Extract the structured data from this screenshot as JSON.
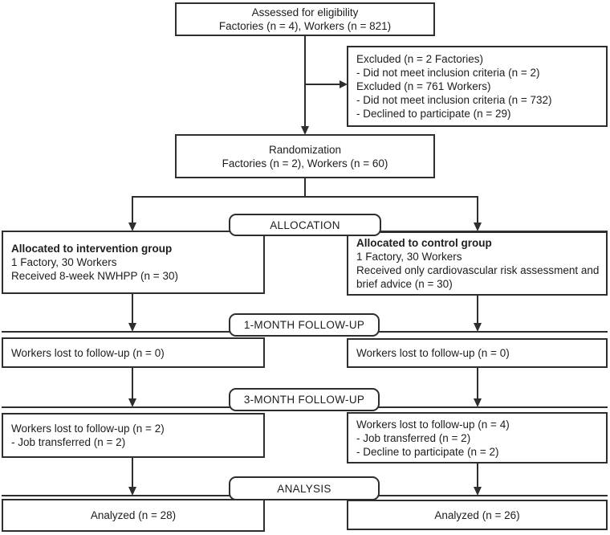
{
  "figure": {
    "type": "consort-flow-diagram",
    "colors": {
      "line": "#2e2e2e",
      "background": "#ffffff",
      "text": "#1d1d1d"
    },
    "boxes": {
      "assessed": {
        "line1": "Assessed for eligibility",
        "line2": "Factories (n = 4), Workers (n = 821)"
      },
      "excluded": {
        "lines": [
          "Excluded (n = 2 Factories)",
          "- Did not meet inclusion criteria (n = 2)",
          "Excluded (n = 761 Workers)",
          "- Did not meet inclusion criteria (n = 732)",
          "- Declined to participate (n = 29)"
        ]
      },
      "randomization": {
        "line1": "Randomization",
        "line2": "Factories (n = 2), Workers (n = 60)"
      },
      "intervention": {
        "lines": [
          "Allocated to intervention group",
          "1 Factory, 30 Workers",
          "Received 8-week NWHPP (n = 30)"
        ]
      },
      "control": {
        "lines": [
          "Allocated to control group",
          "1 Factory, 30 Workers",
          "Received only cardiovascular risk assessment and",
          "brief advice (n = 30)"
        ]
      },
      "lost1_left": {
        "lines": [
          "Workers lost to follow-up (n = 0)"
        ]
      },
      "lost1_right": {
        "lines": [
          "Workers lost to follow-up (n = 0)"
        ]
      },
      "lost3_left": {
        "lines": [
          "Workers lost to follow-up (n = 2)",
          "- Job transferred (n = 2)"
        ]
      },
      "lost3_right": {
        "lines": [
          "Workers lost to follow-up (n = 4)",
          "- Job transferred (n = 2)",
          "- Decline to participate (n = 2)"
        ]
      },
      "analyzed_left": {
        "text": "Analyzed (n = 28)"
      },
      "analyzed_right": {
        "text": "Analyzed (n = 26)"
      }
    },
    "stages": {
      "allocation": "ALLOCATION",
      "month1": "1-MONTH FOLLOW-UP",
      "month3": "3-MONTH FOLLOW-UP",
      "analysis": "ANALYSIS"
    }
  }
}
